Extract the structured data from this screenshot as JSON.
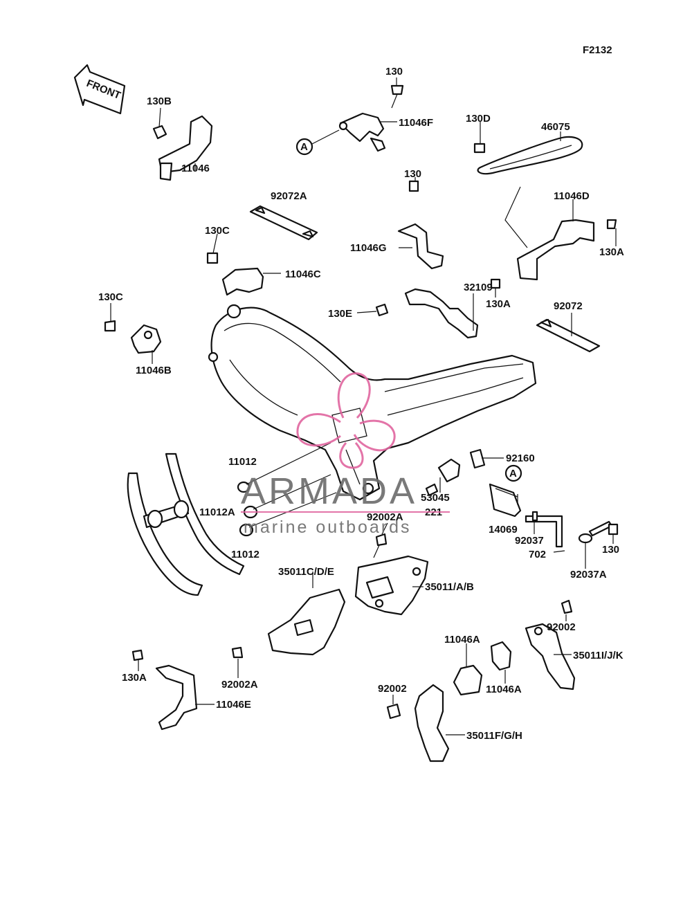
{
  "figure_code": "F2132",
  "front_label": "FRONT",
  "watermark": {
    "brand": "ARMADA",
    "tagline": "marine outboards",
    "accent": "#e0669f"
  },
  "callouts": [
    {
      "key": "c1",
      "text": "130"
    },
    {
      "key": "c2",
      "text": "11046F"
    },
    {
      "key": "c3",
      "text": "130B"
    },
    {
      "key": "c4",
      "text": "11046"
    },
    {
      "key": "c5",
      "text": "130D"
    },
    {
      "key": "c6",
      "text": "46075"
    },
    {
      "key": "c7",
      "text": "92072A"
    },
    {
      "key": "c8",
      "text": "130"
    },
    {
      "key": "c9",
      "text": "11046D"
    },
    {
      "key": "c10",
      "text": "11046G"
    },
    {
      "key": "c11",
      "text": "130A"
    },
    {
      "key": "c12",
      "text": "130C"
    },
    {
      "key": "c13",
      "text": "11046C"
    },
    {
      "key": "c14",
      "text": "32109"
    },
    {
      "key": "c15",
      "text": "130A"
    },
    {
      "key": "c16",
      "text": "130C"
    },
    {
      "key": "c17",
      "text": "130E"
    },
    {
      "key": "c18",
      "text": "92072"
    },
    {
      "key": "c19",
      "text": "11046B"
    },
    {
      "key": "c20",
      "text": "92160"
    },
    {
      "key": "c21",
      "text": "11012"
    },
    {
      "key": "c22",
      "text": "53045"
    },
    {
      "key": "c23",
      "text": "11012A"
    },
    {
      "key": "c24",
      "text": "221"
    },
    {
      "key": "c25",
      "text": "92002A"
    },
    {
      "key": "c26",
      "text": "14069"
    },
    {
      "key": "c27",
      "text": "92037"
    },
    {
      "key": "c28",
      "text": "130"
    },
    {
      "key": "c29",
      "text": "11012"
    },
    {
      "key": "c30",
      "text": "702"
    },
    {
      "key": "c31",
      "text": "92037A"
    },
    {
      "key": "c32",
      "text": "35011C/D/E"
    },
    {
      "key": "c33",
      "text": "35011/A/B"
    },
    {
      "key": "c34",
      "text": "92002"
    },
    {
      "key": "c35",
      "text": "11046A"
    },
    {
      "key": "c36",
      "text": "35011I/J/K"
    },
    {
      "key": "c37",
      "text": "92002A"
    },
    {
      "key": "c38",
      "text": "130A"
    },
    {
      "key": "c39",
      "text": "11046A"
    },
    {
      "key": "c40",
      "text": "92002"
    },
    {
      "key": "c41",
      "text": "11046E"
    },
    {
      "key": "c42",
      "text": "35011F/G/H"
    }
  ],
  "ref_markers": [
    {
      "key": "r1",
      "text": "A"
    },
    {
      "key": "r2",
      "text": "A"
    }
  ]
}
